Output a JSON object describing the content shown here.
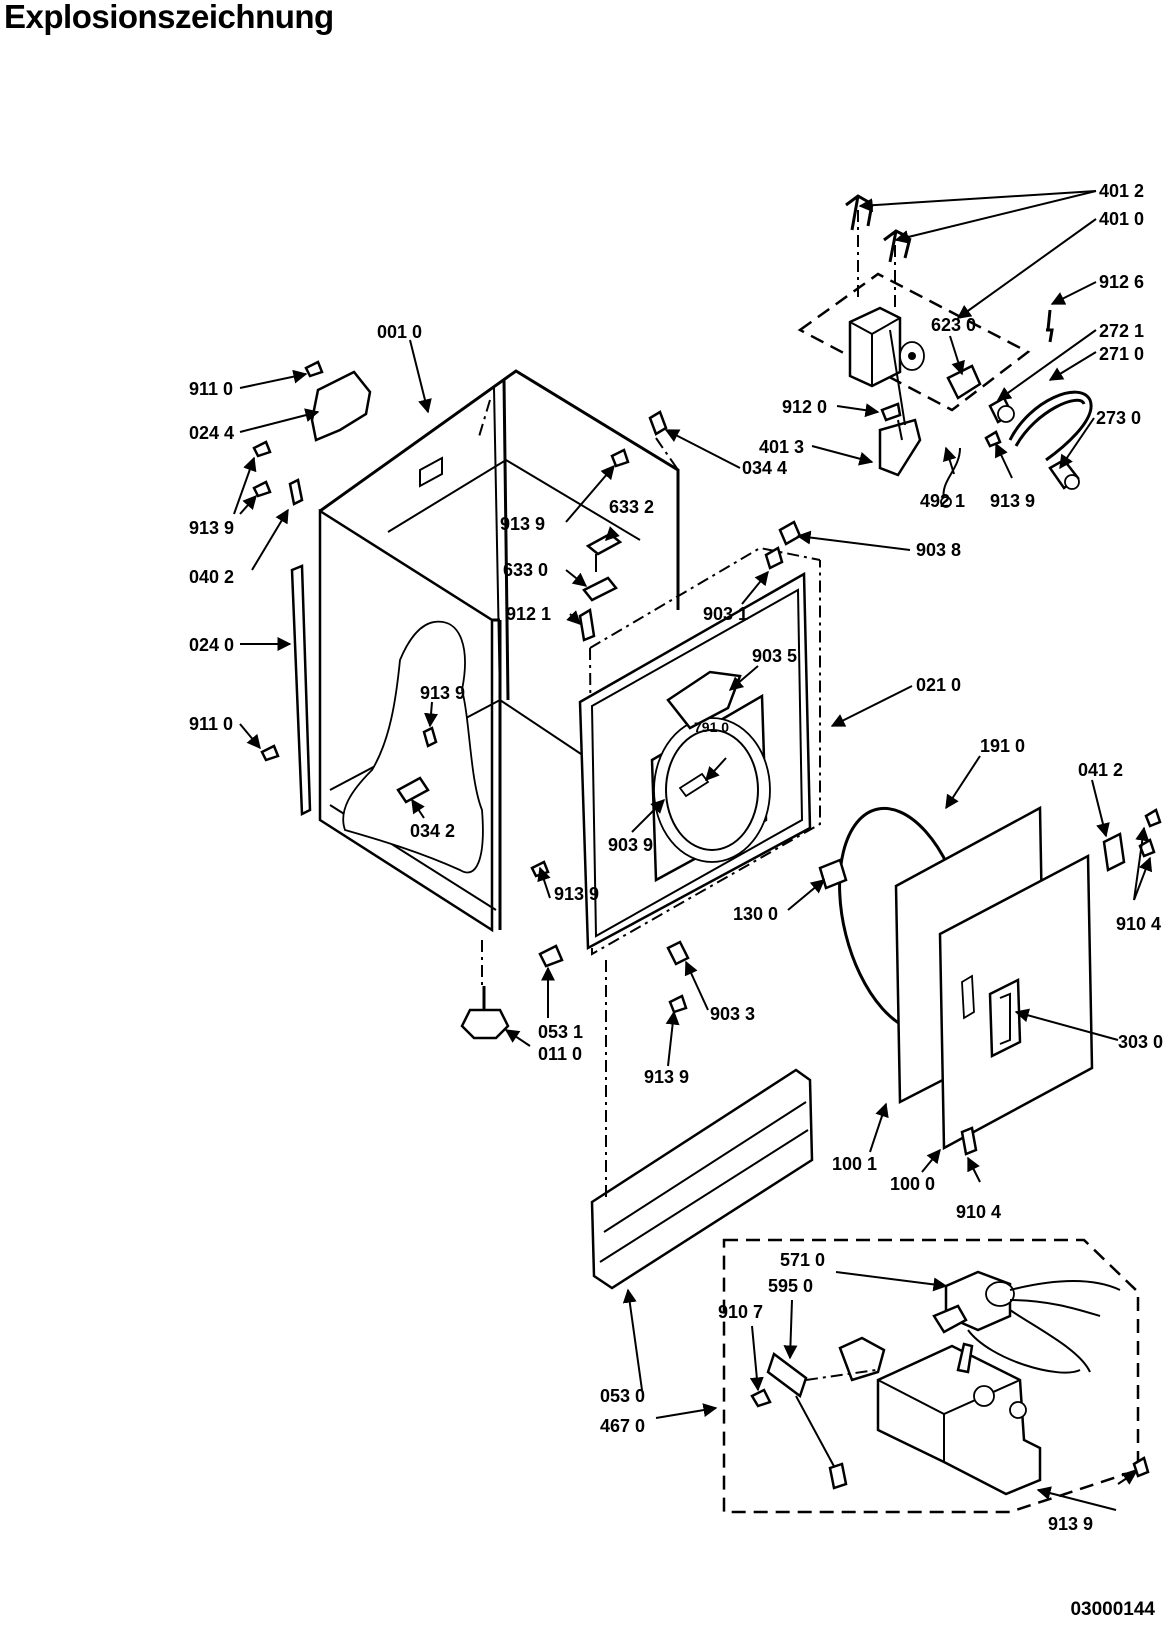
{
  "title": "Explosionszeichnung",
  "document_id": "03000144",
  "labels": {
    "p4012": "401 2",
    "p4010": "401 0",
    "p9126": "912 6",
    "p6230": "623 0",
    "p2721": "272 1",
    "p2710": "271 0",
    "p2730": "273 0",
    "p9120": "912 0",
    "p4013": "401 3",
    "p4921": "492 1",
    "p9139_top": "913 9",
    "p0010": "001 0",
    "p9110_top": "911 0",
    "p0244": "024 4",
    "p9139_left": "913 9",
    "p0402": "040 2",
    "p0240": "024 0",
    "p9110_bot": "911 0",
    "p9139_inner": "913 9",
    "p0342": "034 2",
    "p0344": "034 4",
    "p9139_mid": "913 9",
    "p6332": "633 2",
    "p6330": "633 0",
    "p9121": "912 1",
    "p9031": "903 1",
    "p9038": "903 8",
    "p9035": "903 5",
    "p0210": "021 0",
    "p7910": "791 0",
    "p9039": "903 9",
    "p9139_base": "913 9",
    "p0531": "053 1",
    "p0110": "011 0",
    "p9033": "903 3",
    "p9139_low": "913 9",
    "p1910": "191 0",
    "p0412": "041 2",
    "p1300": "130 0",
    "p9104_right": "910 4",
    "p3030": "303 0",
    "p1001": "100 1",
    "p1000": "100 0",
    "p9104_bot": "910 4",
    "p5710": "571 0",
    "p5950": "595 0",
    "p9107": "910 7",
    "p0530": "053 0",
    "p4670": "467 0",
    "p9139_valve": "913 9"
  }
}
